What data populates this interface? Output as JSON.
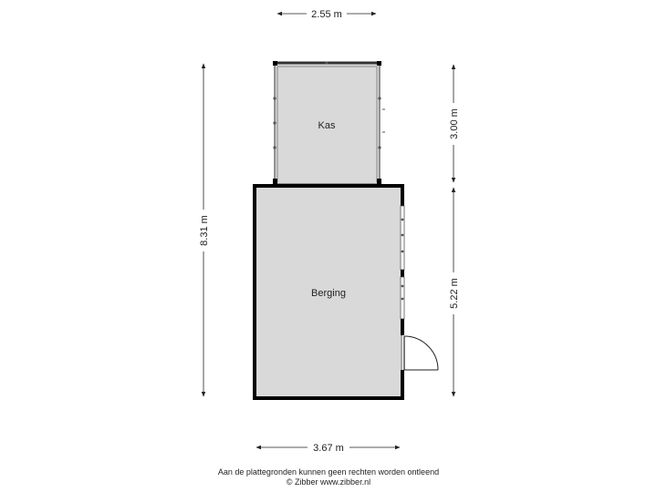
{
  "rooms": {
    "kas": {
      "label": "Kas"
    },
    "berging": {
      "label": "Berging"
    }
  },
  "dimensions": {
    "top_width": "2.55 m",
    "bottom_width": "3.67 m",
    "left_total_height": "8.31 m",
    "right_upper_height": "3.00 m",
    "right_lower_height": "5.22 m"
  },
  "footer": {
    "disclaimer": "Aan de plattegronden kunnen geen rechten worden ontleend",
    "copyright": "© Zibber www.zibber.nl"
  },
  "colors": {
    "floor_fill": "#d9d9d9",
    "wall": "#000000",
    "dimension_line": "#222222"
  }
}
